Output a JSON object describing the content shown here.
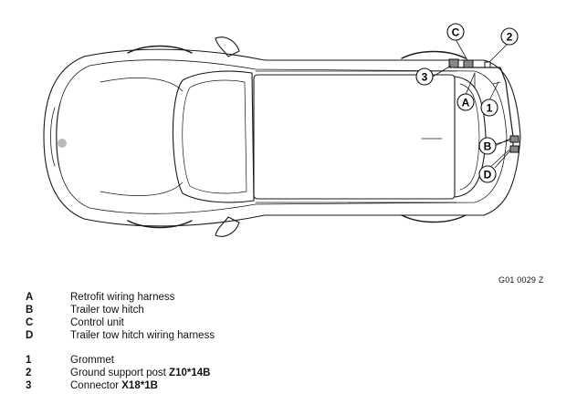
{
  "figure_code": "G01 0029 Z",
  "callouts": {
    "A": "A",
    "B": "B",
    "C": "C",
    "D": "D",
    "n1": "1",
    "n2": "2",
    "n3": "3"
  },
  "legend_letters": [
    {
      "key": "A",
      "text": "Retrofit wiring harness"
    },
    {
      "key": "B",
      "text": "Trailer tow hitch"
    },
    {
      "key": "C",
      "text": "Control unit"
    },
    {
      "key": "D",
      "text": "Trailer tow hitch wiring harness"
    }
  ],
  "legend_numbers": [
    {
      "key": "1",
      "text": "Grommet",
      "code": ""
    },
    {
      "key": "2",
      "text": "Ground support post ",
      "code": "Z10*14B"
    },
    {
      "key": "3",
      "text": "Connector ",
      "code": "X18*1B"
    }
  ]
}
